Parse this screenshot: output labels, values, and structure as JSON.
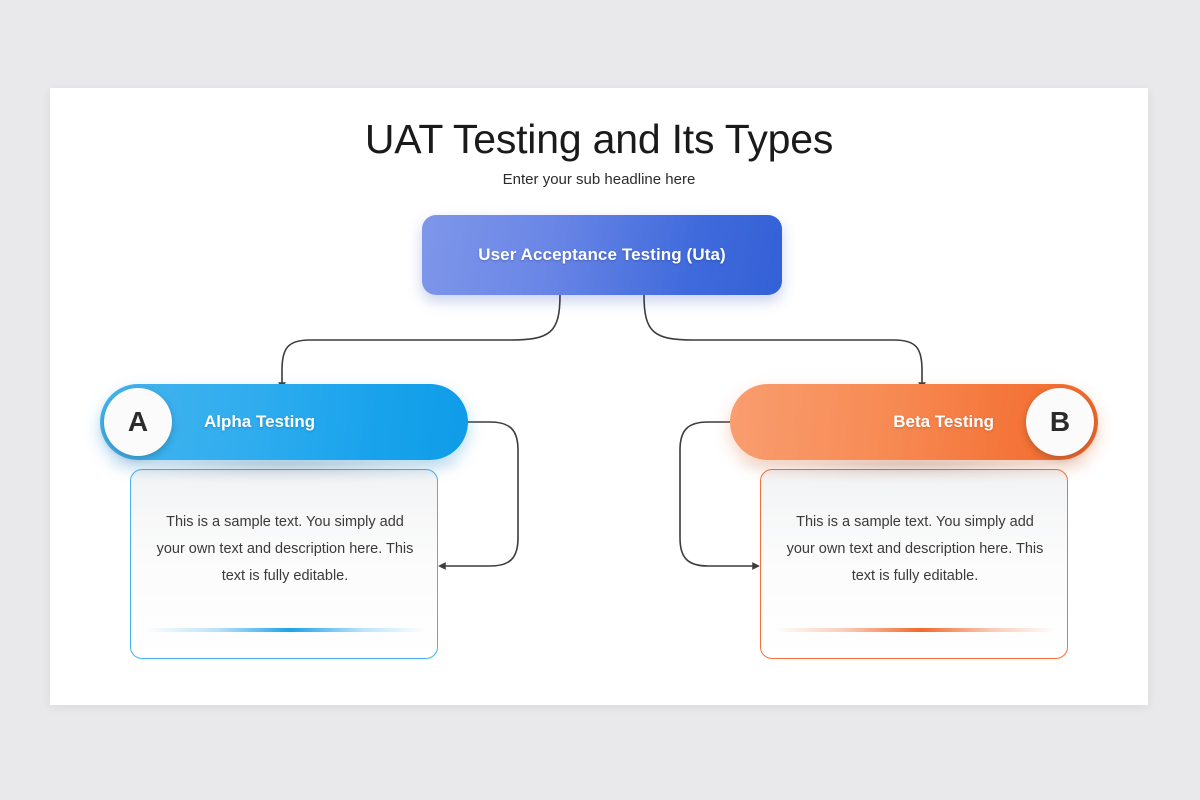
{
  "slide": {
    "title": "UAT Testing and Its Types",
    "subtitle": "Enter your sub headline here",
    "background_color": "#e9e9eb",
    "panel_color": "#ffffff"
  },
  "root_node": {
    "label": "User Acceptance Testing (Uta)",
    "gradient_from": "#7e97ea",
    "gradient_to": "#3361d6",
    "text_color": "#ffffff"
  },
  "branches": [
    {
      "badge": "A",
      "label": "Alpha Testing",
      "body": "This is a sample text. You simply add your own text and description here. This text is fully editable.",
      "accent_color": "#1ea2ea",
      "gradient_from": "#45b4ef",
      "gradient_to": "#0f9ce8",
      "badge_side": "left"
    },
    {
      "badge": "B",
      "label": "Beta Testing",
      "body": "This is a sample text. You simply add your own text and description here. This text is fully editable.",
      "accent_color": "#f2692b",
      "gradient_from": "#f99d6f",
      "gradient_to": "#f2692b",
      "badge_side": "right"
    }
  ],
  "connectors": {
    "line_color": "#3c3c3c",
    "stroke_width": 1.6
  }
}
